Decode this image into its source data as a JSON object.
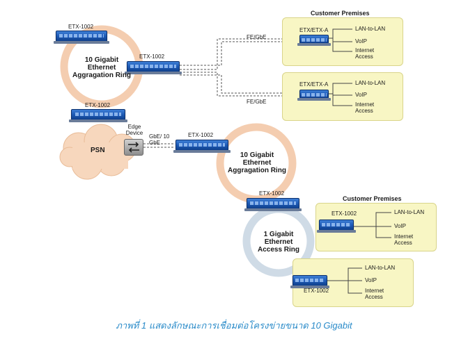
{
  "labels": {
    "etx_top": "ETX-1002",
    "etx_ring1_right": "ETX-1002",
    "etx_ring1_bottom": "ETX-1002",
    "etx_ring2_left": "ETX-1002",
    "etx_ring2_bottom": "ETX-1002",
    "etx_cp3": "ETX-1002",
    "etx_cp4": "ETX-1002",
    "etx_a_1": "ETX/ETX-A",
    "etx_a_2": "ETX/ETX-A",
    "fe_gbe_top": "FE/GbE",
    "fe_gbe_bottom": "FE/GbE",
    "edge_device": "Edge Device",
    "gbe_10gbe": "GbE/ 10 GbE",
    "psn": "PSN",
    "ring1_title": "10 Gigabit Ethernet Aggragation Ring",
    "ring2_title": "10 Gigabit Ethernet Aggragation Ring",
    "ring3_title": "1 Gigabit Ethernet Access Ring",
    "customer_premises_1": "Customer Premises",
    "customer_premises_2": "Customer Premises",
    "lan1": "LAN-to-LAN",
    "voip1": "VoIP",
    "internet1": "Internet Access",
    "lan2": "LAN-to-LAN",
    "voip2": "VoIP",
    "internet2": "Internet Access",
    "lan3": "LAN-to-LAN",
    "voip3": "VoIP",
    "internet3": "Internet Access",
    "lan4": "LAN-to-LAN",
    "voip4": "VoIP",
    "internet4": "Internet Access"
  },
  "caption": "ภาพที่ 1 แสดงลักษณะการเชื่อมต่อโครงข่ายขนาด 10 Gigabit"
}
